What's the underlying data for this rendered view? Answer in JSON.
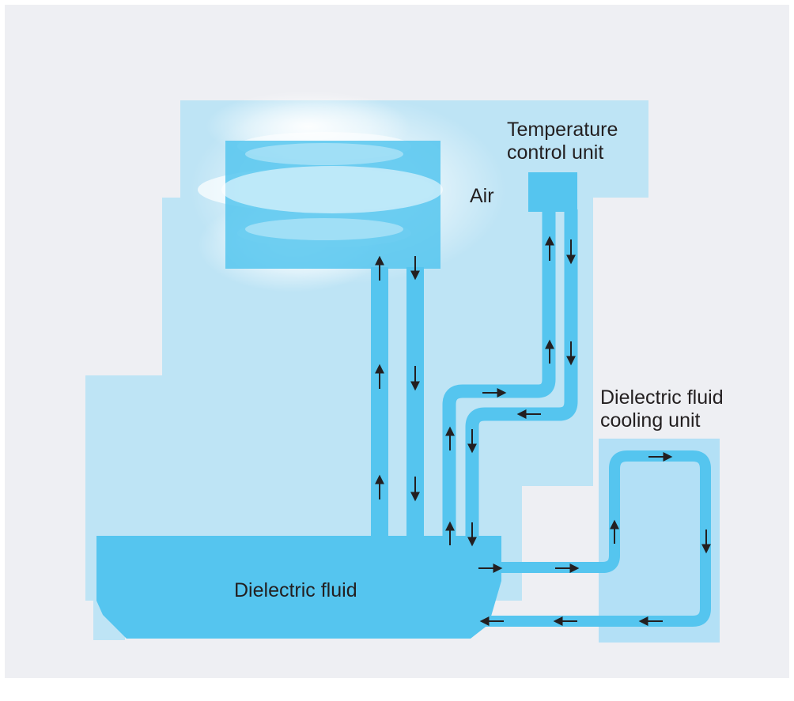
{
  "labels": {
    "temperature_control_unit": [
      "Temperature",
      "control unit"
    ],
    "air": "Air",
    "cooling_unit": [
      "Dielectric fluid",
      "cooling unit"
    ],
    "dielectric_fluid": "Dielectric fluid"
  },
  "colors": {
    "panel_background": "#eeeff3",
    "machine_silhouette": "#bee4f5",
    "fluid_blue": "#55c5ef",
    "cooling_unit_panel": "#b3e0f6",
    "air_glow": "#ffffff",
    "arrow": "#231f20",
    "text": "#231f20"
  },
  "flow_direction_icons": [
    "up-arrow-icon",
    "down-arrow-icon",
    "right-arrow-icon",
    "left-arrow-icon"
  ]
}
